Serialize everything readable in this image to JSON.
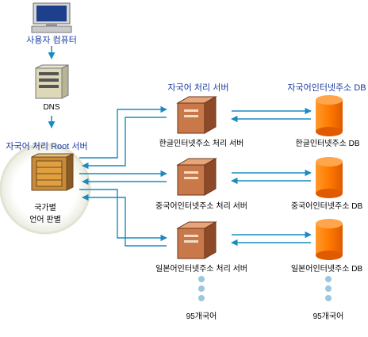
{
  "user": {
    "label": "사용자 컴퓨터"
  },
  "dns": {
    "label": "DNS"
  },
  "root": {
    "title": "자국어 처리 Root 서버",
    "note_line1": "국가별",
    "note_line2": "언어 판별"
  },
  "servers_header": "자국어 처리 서버",
  "db_header": "자국어인터넷주소 DB",
  "rows": [
    {
      "server": "한글인터넷주소 처리 서버",
      "db": "한글인터넷주소 DB"
    },
    {
      "server": "중국어인터넷주소 처리 서버",
      "db": "중국어인터넷주소 DB"
    },
    {
      "server": "일본어인터넷주소 처리 서버",
      "db": "일본어인터넷주소 DB"
    }
  ],
  "more_servers": "95개국어",
  "more_db": "95개국어",
  "colors": {
    "arrow": "#1a8bbf",
    "title_blue": "#1a3aa0",
    "db_orange": "#ff7a00",
    "server_brick": "#b86a3c"
  }
}
